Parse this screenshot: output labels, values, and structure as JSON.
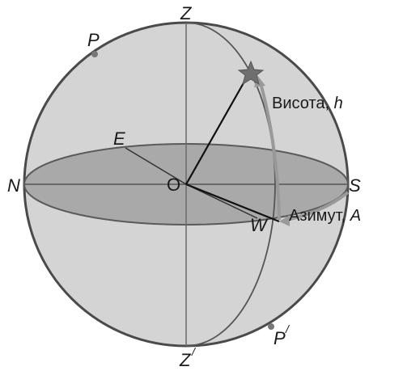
{
  "labels": {
    "zenith": "Z",
    "nadir_base": "Z",
    "nadir_prime": "/",
    "north": "N",
    "south": "S",
    "east": "E",
    "west": "W",
    "center": "O",
    "pole": "P",
    "pole2_base": "P",
    "pole2_prime": "/",
    "altitude_text": "Висота, ",
    "altitude_symbol": "h",
    "azimuth_text": "Азимут, ",
    "azimuth_symbol": "A"
  },
  "colors": {
    "sphere": "#d4d4d4",
    "outline": "#4a4a4a",
    "horizon_plane": "#a9a9a9",
    "arc_highlight": "#9a9a9a",
    "star": "#6f6f6f",
    "line": "#111111"
  }
}
